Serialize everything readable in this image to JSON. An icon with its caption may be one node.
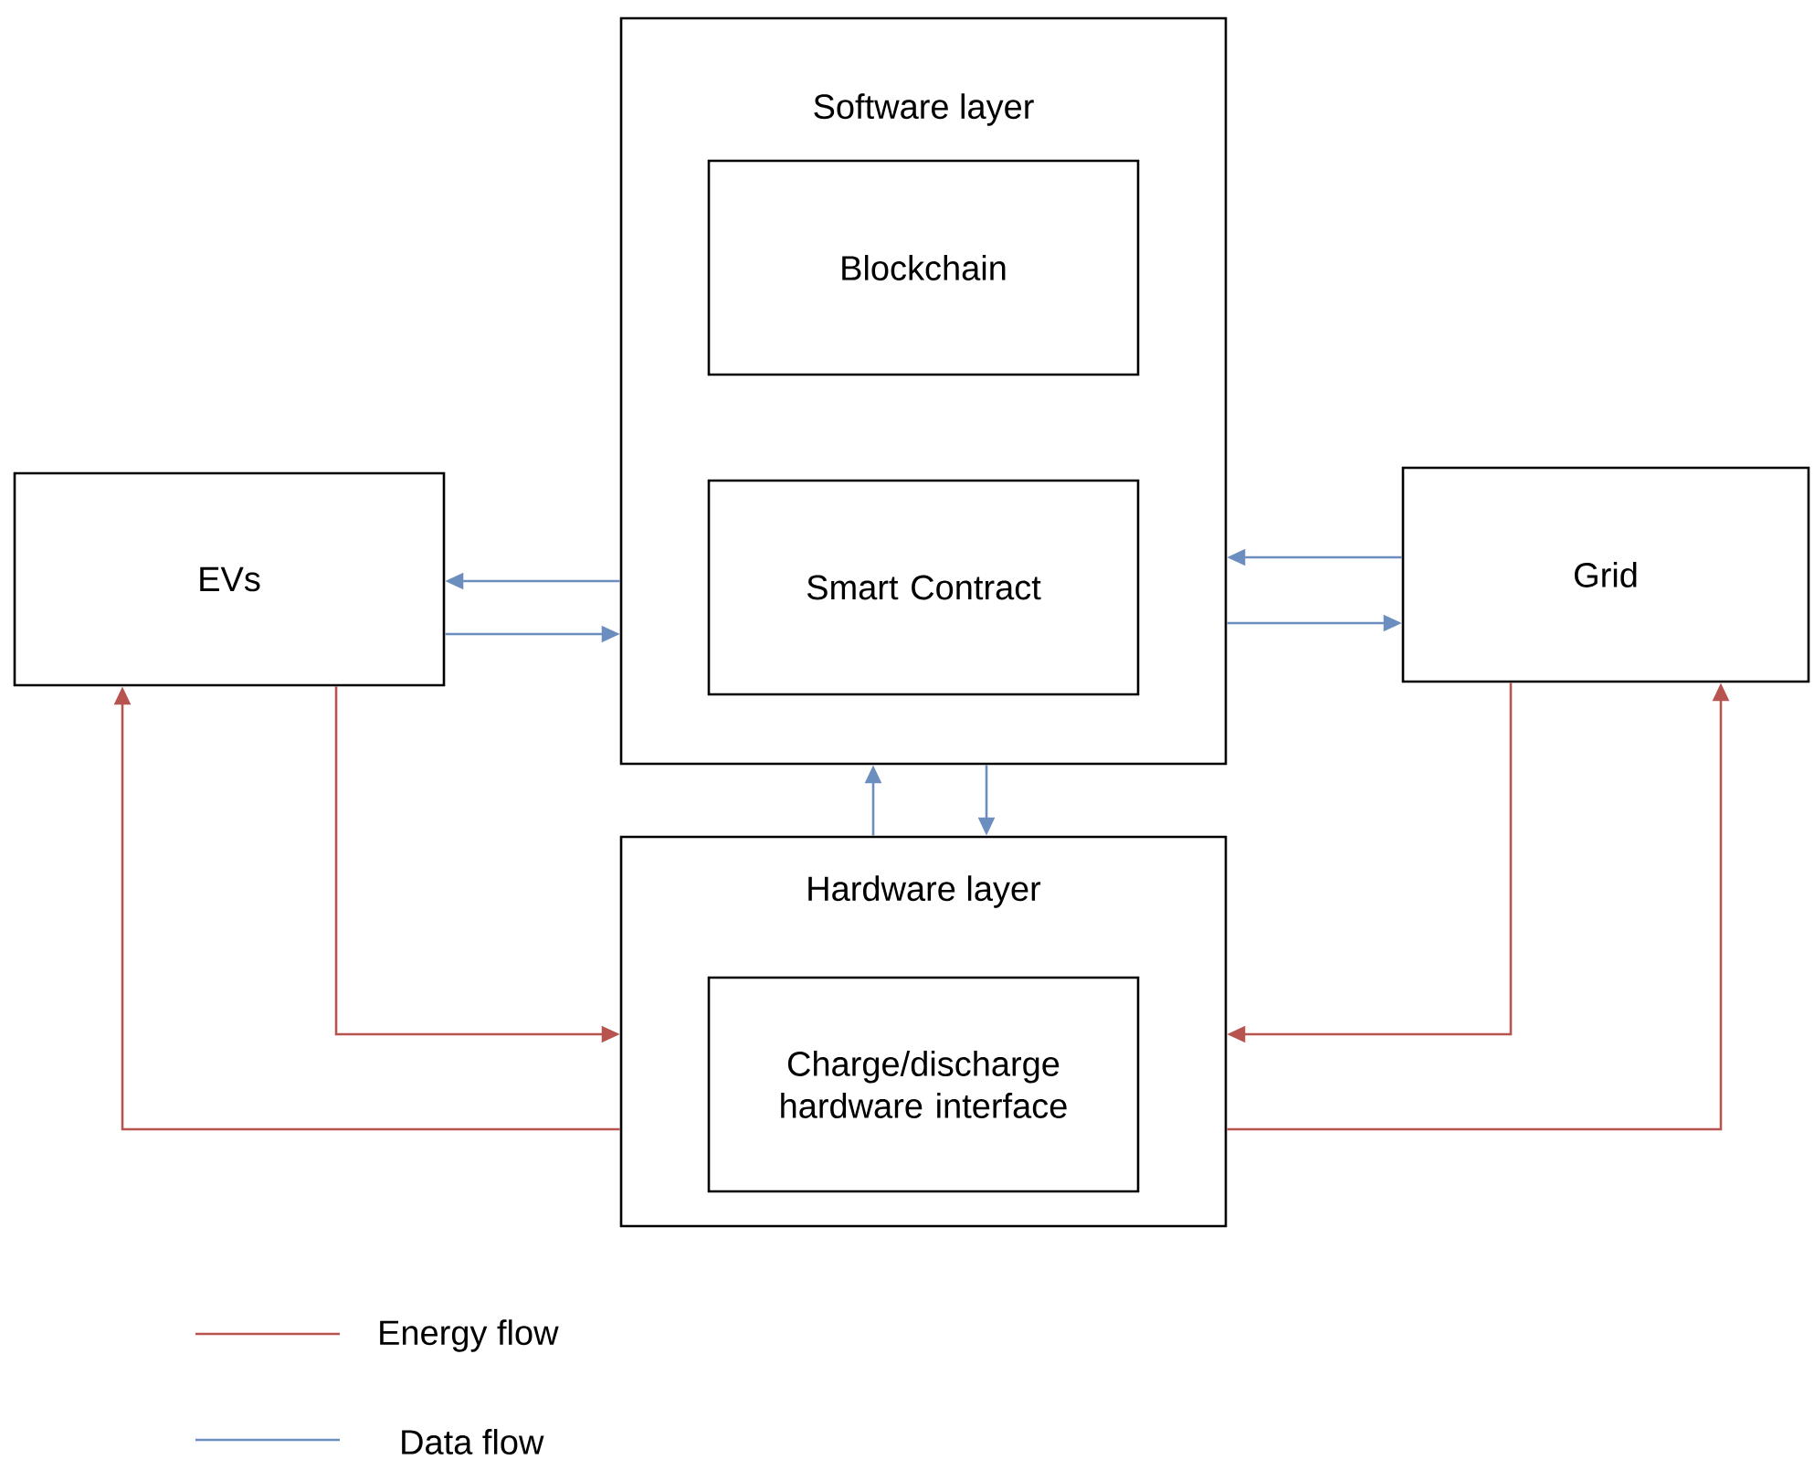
{
  "diagram": {
    "nodes": [
      {
        "text": [
          "Software layer"
        ]
      },
      {
        "text": [
          "Blockchain"
        ],
        "in": 0
      },
      {
        "text": [
          "Smart Contract"
        ],
        "in": 0
      },
      {
        "text": [
          "EVs"
        ]
      },
      {
        "text": [
          "Grid"
        ]
      },
      {
        "text": [
          "Hardware layer"
        ]
      },
      {
        "text": [
          "Charge/discharge hardware interface"
        ],
        "in": 5
      }
    ],
    "edges": [
      {
        "from": 0,
        "to": 3,
        "arrow": "to"
      },
      {
        "from": 3,
        "to": 0,
        "arrow": "to"
      },
      {
        "from": 4,
        "to": 0,
        "arrow": "to"
      },
      {
        "from": 0,
        "to": 4,
        "arrow": "to"
      },
      {
        "from": 5,
        "to": 0,
        "arrow": "to"
      },
      {
        "from": 0,
        "to": 5,
        "arrow": "to"
      },
      {
        "from": 3,
        "to": 5,
        "arrow": "to",
        "color": "#b85450"
      },
      {
        "from": 5,
        "to": 3,
        "arrow": "to",
        "color": "#b85450"
      },
      {
        "from": 4,
        "to": 5,
        "arrow": "to",
        "color": "#b85450"
      },
      {
        "from": 5,
        "to": 4,
        "arrow": "to",
        "color": "#b85450"
      }
    ],
    "legend": [
      {
        "text": "Energy flow"
      },
      {
        "text": "Data flow"
      }
    ]
  }
}
